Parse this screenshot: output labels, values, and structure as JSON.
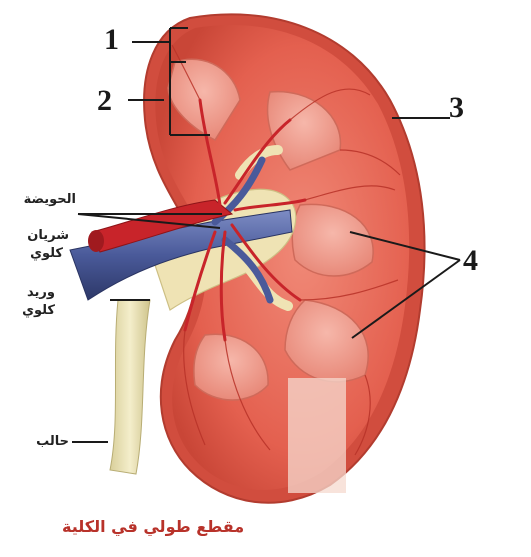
{
  "numbers": {
    "n1": "1",
    "n2": "2",
    "n3": "3",
    "n4": "4"
  },
  "labels": {
    "pelvis": "الحويضة",
    "renal_artery_l1": "شريان",
    "renal_artery_l2": "كلوي",
    "renal_vein_l1": "وريد",
    "renal_vein_l2": "كلوي",
    "ureter": "حالب"
  },
  "caption": "مقطع طولي في الكلية",
  "colors": {
    "capsule": "#d8584c",
    "cortex": "#e86a5a",
    "medulla_pyramid": "#f2a396",
    "artery": "#c8242a",
    "vein": "#4a5a9a",
    "pelvis": "#efe3b4",
    "ureter": "#e8dfb0",
    "caption": "#b8322a"
  }
}
